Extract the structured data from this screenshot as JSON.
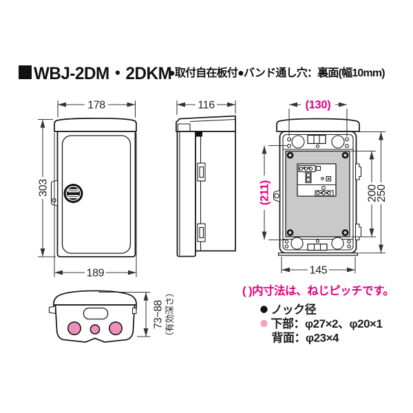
{
  "header": {
    "model": "WBJ-2DM・2DKM",
    "features": "●取付自在板付●バンド通し穴：裏面(幅10mm)"
  },
  "dims": {
    "front_width_top": "178",
    "front_height": "303",
    "front_width_bottom": "189",
    "side_width": "116",
    "rear_screw_pitch_width": "(130)",
    "rear_screw_pitch_height": "(211)",
    "rear_plate_height": "200",
    "rear_body_height": "250",
    "rear_width": "145",
    "bottom_depth_range": "73~88",
    "bottom_depth_note": "（有効深さ）"
  },
  "notes": {
    "paren_note": "( )内寸法は、ねじピッチです。",
    "knock_title": "ノック径",
    "knock_bottom": "下部：φ27×2、φ20×1",
    "knock_back": "背面：φ23×4"
  },
  "colors": {
    "accent_magenta": "#e4007f",
    "knockout_pink": "#ef8fbb",
    "bullet_pink": "#f2a3c6",
    "plate_gray": "#c9c9c9",
    "line": "#1b1b1b"
  }
}
